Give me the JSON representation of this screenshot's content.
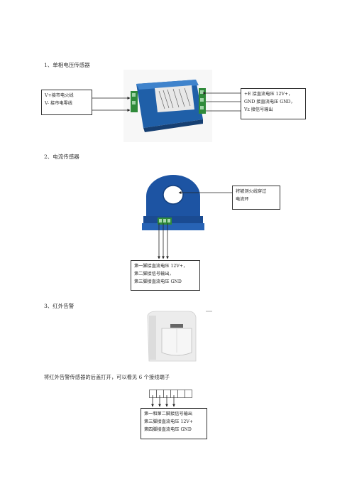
{
  "sections": {
    "voltage": {
      "heading": "1、单相电压传感器",
      "left_box": [
        "V+接市电火线",
        "V- 接市电零线"
      ],
      "right_box": [
        "+E 接直流电压 12V+，",
        "GND 接直流电压 GND，",
        "Vz 接信号输出"
      ]
    },
    "current": {
      "heading": "2、电流传感器",
      "right_box": [
        "将被测火线穿过",
        "电流环"
      ],
      "bottom_box": [
        "第一脚接直流电压 12V+，",
        "第二脚接信号输出，",
        "第三脚接直流电压 GND"
      ]
    },
    "infrared": {
      "heading": "3、红外告警",
      "description": "将红外告警传感器的后盖打开，可以看见 6 个接线端子",
      "bottom_box": [
        "第一和第二脚接信号输出",
        "第三脚接直流电压 12V+",
        "第四脚接直流电压 GND"
      ]
    }
  }
}
